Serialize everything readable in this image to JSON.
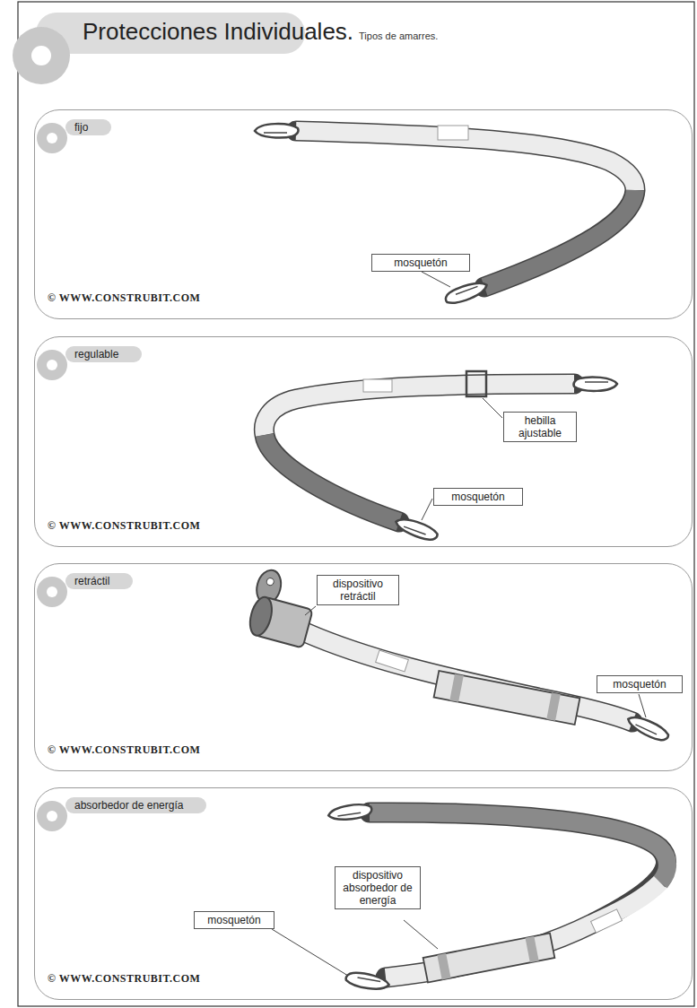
{
  "diagram": {
    "title": "Protecciones Individuales.",
    "nodes": [
      {
        "text": [
          "fijo"
        ]
      },
      {
        "text": [
          "mosquetón"
        ],
        "in": 0
      },
      {
        "text": [
          "regulable"
        ]
      },
      {
        "text": [
          "hebilla ajustable"
        ],
        "in": 2
      },
      {
        "text": [
          "mosquetón"
        ],
        "in": 2
      },
      {
        "text": [
          "retráctil"
        ]
      },
      {
        "text": [
          "dispositivo retráctil"
        ],
        "in": 5
      },
      {
        "text": [
          "mosquetón"
        ],
        "in": 5
      },
      {
        "text": [
          "absorbedor de energía"
        ]
      },
      {
        "text": [
          "dispositivo absorbedor de energía"
        ],
        "in": 8
      },
      {
        "text": [
          "mosquetón"
        ],
        "in": 8
      }
    ],
    "labels": [
      "Tipos de amarres.",
      "© WWW.CONSTRUBIT.COM",
      "© WWW.CONSTRUBIT.COM",
      "© WWW.CONSTRUBIT.COM",
      "© WWW.CONSTRUBIT.COM"
    ]
  }
}
